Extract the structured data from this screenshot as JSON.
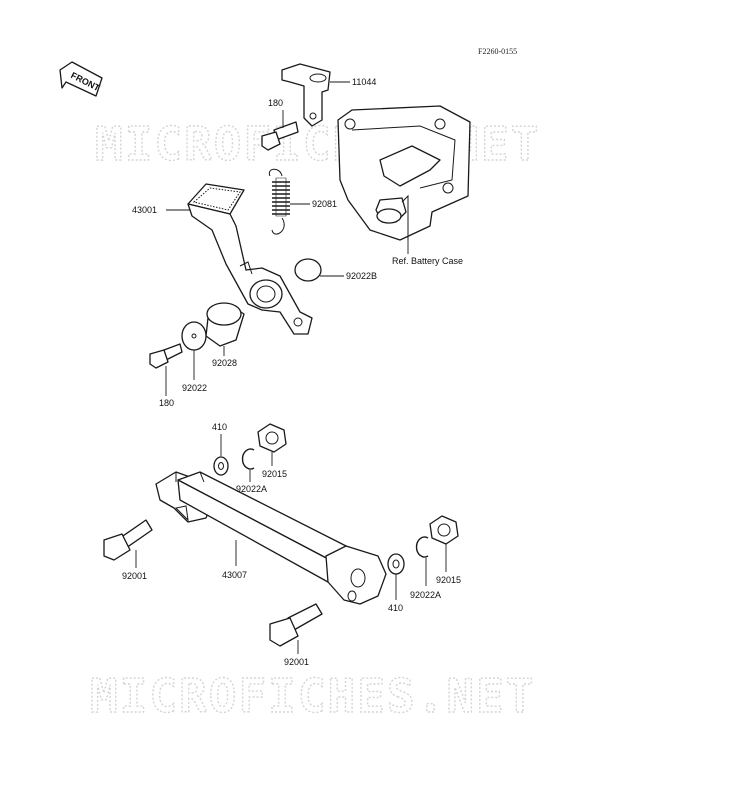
{
  "figure_code": "F2260-0155",
  "front_label": "FRONT",
  "watermark": "MICROFICHES.NET",
  "ref_label": "Ref. Battery Case",
  "part_labels": {
    "p11044": "11044",
    "p180_top": "180",
    "p92081": "92081",
    "p43001": "43001",
    "p92022B": "92022B",
    "p92028": "92028",
    "p92022": "92022",
    "p180_bottom": "180",
    "p410_top": "410",
    "p92022A_top": "92022A",
    "p92015_top": "92015",
    "p92001_left": "92001",
    "p43007": "43007",
    "p410_right": "410",
    "p92022A_right": "92022A",
    "p92015_right": "92015",
    "p92001_bottom": "92001"
  }
}
